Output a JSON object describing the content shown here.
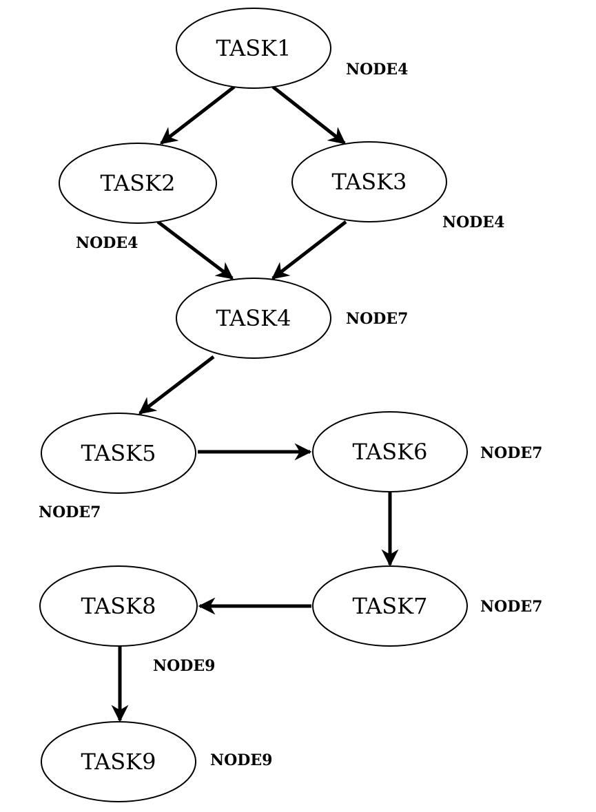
{
  "tasks": [
    {
      "id": "t1",
      "label": "TASK1",
      "node": "NODE4"
    },
    {
      "id": "t2",
      "label": "TASK2",
      "node": "NODE4"
    },
    {
      "id": "t3",
      "label": "TASK3",
      "node": "NODE4"
    },
    {
      "id": "t4",
      "label": "TASK4",
      "node": "NODE7"
    },
    {
      "id": "t5",
      "label": "TASK5",
      "node": "NODE7"
    },
    {
      "id": "t6",
      "label": "TASK6",
      "node": "NODE7"
    },
    {
      "id": "t7",
      "label": "TASK7",
      "node": "NODE7"
    },
    {
      "id": "t8",
      "label": "TASK8",
      "node": "NODE9"
    },
    {
      "id": "t9",
      "label": "TASK9",
      "node": "NODE9"
    }
  ],
  "edges": [
    {
      "from": "t1",
      "to": "t2"
    },
    {
      "from": "t1",
      "to": "t3"
    },
    {
      "from": "t2",
      "to": "t4"
    },
    {
      "from": "t3",
      "to": "t4"
    },
    {
      "from": "t4",
      "to": "t5"
    },
    {
      "from": "t5",
      "to": "t6"
    },
    {
      "from": "t6",
      "to": "t7"
    },
    {
      "from": "t7",
      "to": "t8"
    },
    {
      "from": "t8",
      "to": "t9"
    }
  ]
}
